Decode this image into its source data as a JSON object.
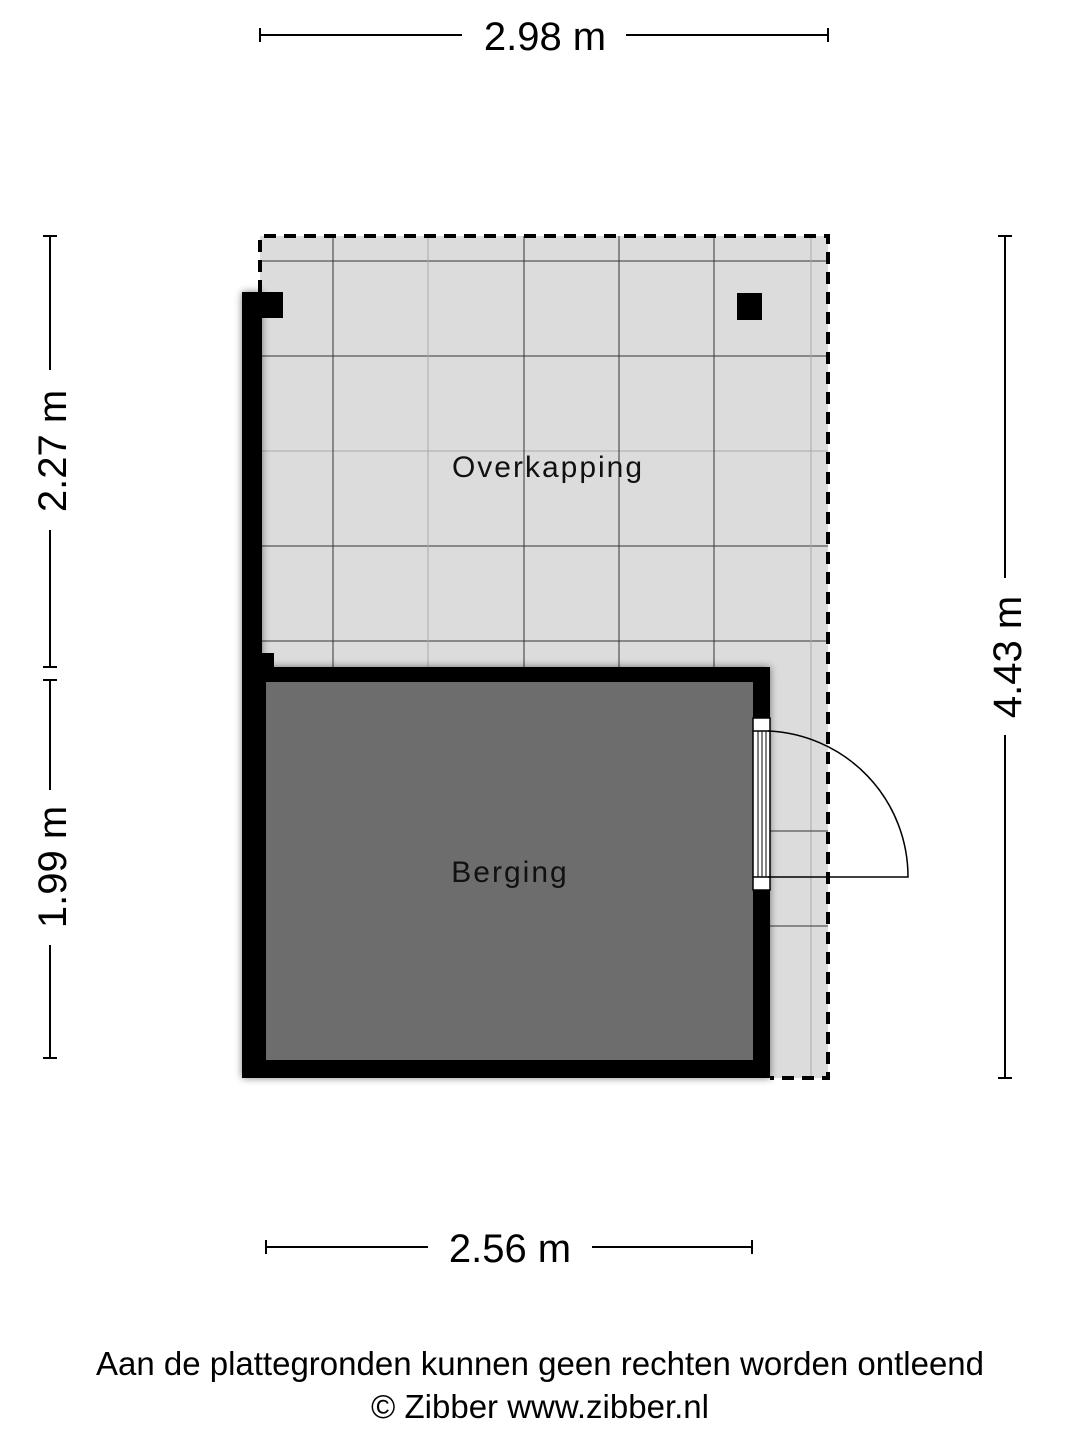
{
  "rooms": {
    "overkapping": "Overkapping",
    "berging": "Berging"
  },
  "dimensions": {
    "top_width": "2.98 m",
    "bottom_width": "2.56 m",
    "left_upper": "2.27 m",
    "left_lower": "1.99 m",
    "right_total": "4.43 m"
  },
  "footer": {
    "disclaimer": "Aan de plattegronden kunnen geen rechten worden ontleend",
    "copyright": "© Zibber www.zibber.nl"
  },
  "colors": {
    "floor": "#dcdcdc",
    "wall": "#000000"
  }
}
